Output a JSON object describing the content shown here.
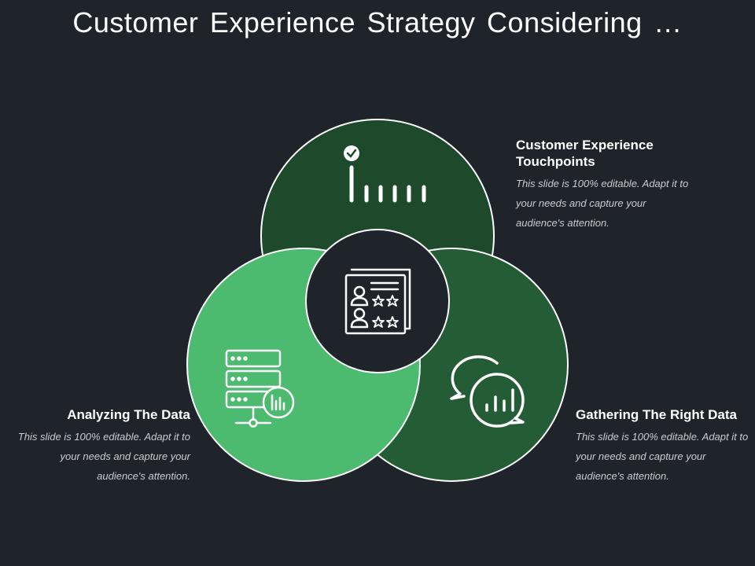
{
  "title": "Customer Experience Strategy Considering …",
  "colors": {
    "background": "#1f232a",
    "circle_top": "#1e4a2c",
    "circle_left": "#4cba6f",
    "circle_right": "#245c35",
    "circle_center": "#1f232a",
    "stroke": "#ffffff"
  },
  "blocks": {
    "top": {
      "heading": "Customer Experience Touchpoints",
      "body": "This slide is 100% editable. Adapt it to your needs and capture your audience's attention.",
      "icon": "touchpoint-bars-icon"
    },
    "left": {
      "heading": "Analyzing The Data",
      "body": "This slide is 100% editable. Adapt it to your needs and capture your audience's attention.",
      "icon": "server-analytics-icon"
    },
    "right": {
      "heading": "Gathering The Right Data",
      "body": "This slide is 100% editable. Adapt it to your needs and capture your audience's attention.",
      "icon": "chat-chart-icon"
    }
  },
  "center_icon": "customer-rating-document-icon"
}
